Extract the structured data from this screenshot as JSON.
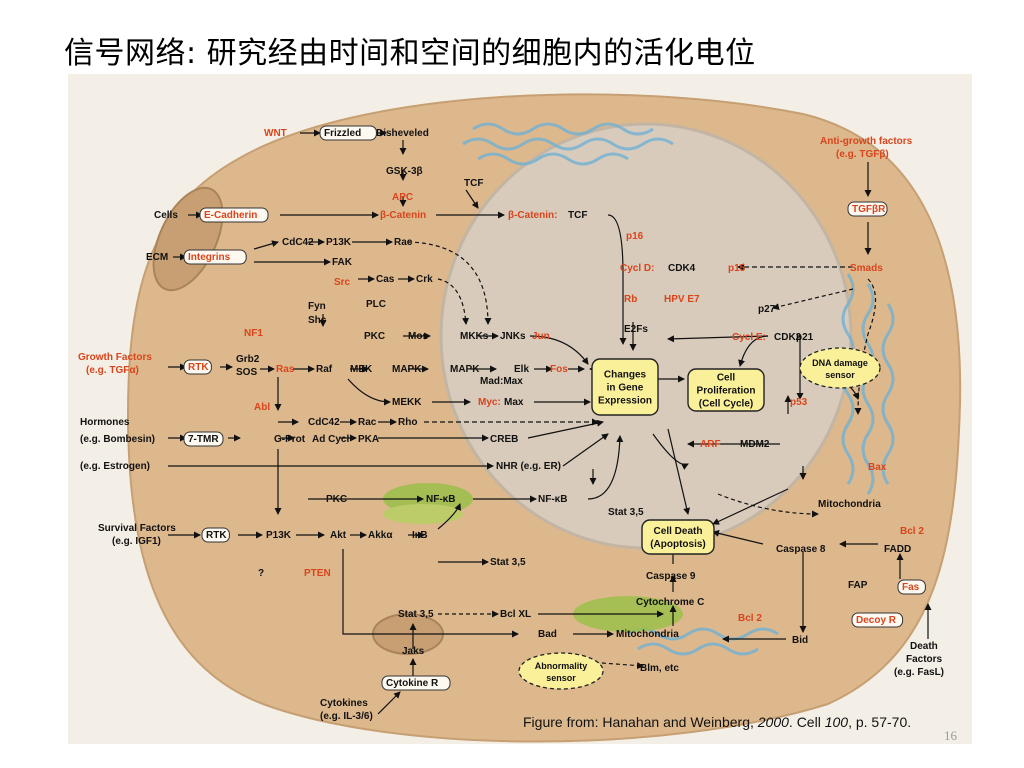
{
  "slide": {
    "title": "信号网络: 研究经由时间和空间的细胞内的活化电位",
    "page_number": "16"
  },
  "credit": {
    "prefix": "Figure from: Hanahan and Weinberg, ",
    "year": "2000",
    "middle": ". Cell ",
    "volume": "100",
    "suffix": ", p. 57-70."
  },
  "colors": {
    "cell_body": "#ddb88d",
    "nucleus": "#d8cbbb",
    "highlight_box": "#fbf09a",
    "red_text": "#d9441c",
    "er_blue": "#6ab0d8",
    "golgi_green": "#9cc04a"
  },
  "diagram": {
    "labels": [
      {
        "id": "wnt",
        "text": "WNT",
        "style": "red"
      },
      {
        "id": "frizzled",
        "text": "Frizzled",
        "style": "plain",
        "box": "pill"
      },
      {
        "id": "disheveled",
        "text": "Disheveled",
        "style": "plain"
      },
      {
        "id": "gsk3b",
        "text": "GSK-3β",
        "style": "plain"
      },
      {
        "id": "apc",
        "text": "APC",
        "style": "red"
      },
      {
        "id": "tcf",
        "text": "TCF",
        "style": "plain"
      },
      {
        "id": "cells",
        "text": "Cells",
        "style": "plain"
      },
      {
        "id": "ecadherin",
        "text": "E-Cadherin",
        "style": "red",
        "box": "pill"
      },
      {
        "id": "bcatenin",
        "text": "β-Catenin",
        "style": "red"
      },
      {
        "id": "bcatenin-tcf",
        "text": "β-Catenin:",
        "style": "red"
      },
      {
        "id": "bcatenin-tcf-b",
        "text": "TCF",
        "style": "plain"
      },
      {
        "id": "ecm",
        "text": "ECM",
        "style": "plain"
      },
      {
        "id": "integrins",
        "text": "Integrins",
        "style": "red",
        "box": "pill"
      },
      {
        "id": "cdc42a",
        "text": "CdC42",
        "style": "plain"
      },
      {
        "id": "p13ka",
        "text": "P13K",
        "style": "plain"
      },
      {
        "id": "rac1",
        "text": "Rac",
        "style": "plain"
      },
      {
        "id": "fak",
        "text": "FAK",
        "style": "plain"
      },
      {
        "id": "src",
        "text": "Src",
        "style": "red"
      },
      {
        "id": "cas",
        "text": "Cas",
        "style": "plain"
      },
      {
        "id": "crk",
        "text": "Crk",
        "style": "plain"
      },
      {
        "id": "fyn",
        "text": "Fyn",
        "style": "plain"
      },
      {
        "id": "shc",
        "text": "Shc",
        "style": "plain"
      },
      {
        "id": "plc",
        "text": "PLC",
        "style": "plain"
      },
      {
        "id": "nf1",
        "text": "NF1",
        "style": "red"
      },
      {
        "id": "pkc1",
        "text": "PKC",
        "style": "plain"
      },
      {
        "id": "mos",
        "text": "Mos",
        "style": "plain"
      },
      {
        "id": "mkks",
        "text": "MKKs",
        "style": "plain"
      },
      {
        "id": "jnks",
        "text": "JNKs",
        "style": "plain"
      },
      {
        "id": "jun",
        "text": "Jun",
        "style": "red"
      },
      {
        "id": "gf1",
        "text": "Growth Factors",
        "style": "red"
      },
      {
        "id": "gf2",
        "text": "(e.g. TGFα)",
        "style": "red"
      },
      {
        "id": "rtk1",
        "text": "RTK",
        "style": "red",
        "box": "pill"
      },
      {
        "id": "grb2",
        "text": "Grb2",
        "style": "plain"
      },
      {
        "id": "sos",
        "text": "SOS",
        "style": "plain"
      },
      {
        "id": "ras",
        "text": "Ras",
        "style": "red"
      },
      {
        "id": "raf",
        "text": "Raf",
        "style": "plain"
      },
      {
        "id": "mek",
        "text": "MEK",
        "style": "plain"
      },
      {
        "id": "mapk1",
        "text": "MAPK",
        "style": "plain"
      },
      {
        "id": "mapk2",
        "text": "MAPK",
        "style": "plain"
      },
      {
        "id": "elk",
        "text": "Elk",
        "style": "plain"
      },
      {
        "id": "fos",
        "text": "Fos",
        "style": "red"
      },
      {
        "id": "madmax",
        "text": "Mad:Max",
        "style": "plain"
      },
      {
        "id": "mekk",
        "text": "MEKK",
        "style": "plain"
      },
      {
        "id": "myc",
        "text": "Myc:",
        "style": "red"
      },
      {
        "id": "myc-max",
        "text": "Max",
        "style": "plain"
      },
      {
        "id": "abl",
        "text": "Abl",
        "style": "red"
      },
      {
        "id": "cdc42b",
        "text": "CdC42",
        "style": "plain"
      },
      {
        "id": "rac2",
        "text": "Rac",
        "style": "plain"
      },
      {
        "id": "rho",
        "text": "Rho",
        "style": "plain"
      },
      {
        "id": "hormones",
        "text": "Hormones",
        "style": "plain"
      },
      {
        "id": "bombesin",
        "text": "(e.g. Bombesin)",
        "style": "plain"
      },
      {
        "id": "tmr7",
        "text": "7-TMR",
        "style": "plain",
        "box": "pill"
      },
      {
        "id": "gprot",
        "text": "G-Prot",
        "style": "plain"
      },
      {
        "id": "adcycl",
        "text": "Ad Cycl",
        "style": "plain"
      },
      {
        "id": "pka",
        "text": "PKA",
        "style": "plain"
      },
      {
        "id": "creb",
        "text": "CREB",
        "style": "plain"
      },
      {
        "id": "estrogen",
        "text": "(e.g. Estrogen)",
        "style": "plain"
      },
      {
        "id": "nhr",
        "text": "NHR (e.g. ER)",
        "style": "plain"
      },
      {
        "id": "pkc2",
        "text": "PKC",
        "style": "plain"
      },
      {
        "id": "nfkb1",
        "text": "NF-κB",
        "style": "plain"
      },
      {
        "id": "nfkb2",
        "text": "NF-κB",
        "style": "plain"
      },
      {
        "id": "sf1",
        "text": "Survival Factors",
        "style": "plain"
      },
      {
        "id": "sf2",
        "text": "(e.g. IGF1)",
        "style": "plain"
      },
      {
        "id": "rtk2",
        "text": "RTK",
        "style": "plain",
        "box": "pill"
      },
      {
        "id": "p13kb",
        "text": "P13K",
        "style": "plain"
      },
      {
        "id": "akt",
        "text": "Akt",
        "style": "plain"
      },
      {
        "id": "akka",
        "text": "Akkα",
        "style": "plain"
      },
      {
        "id": "ikb",
        "text": "IκB",
        "style": "plain"
      },
      {
        "id": "qmark",
        "text": "?",
        "style": "plain"
      },
      {
        "id": "pten",
        "text": "PTEN",
        "style": "red"
      },
      {
        "id": "stat35a",
        "text": "Stat 3,5",
        "style": "plain"
      },
      {
        "id": "stat35b",
        "text": "Stat 3,5",
        "style": "plain"
      },
      {
        "id": "stat35c",
        "text": "Stat 3,5",
        "style": "plain"
      },
      {
        "id": "bclxl",
        "text": "Bcl XL",
        "style": "plain"
      },
      {
        "id": "bad",
        "text": "Bad",
        "style": "plain"
      },
      {
        "id": "jaks",
        "text": "Jaks",
        "style": "plain"
      },
      {
        "id": "cytr",
        "text": "Cytokine R",
        "style": "plain",
        "box": "pill"
      },
      {
        "id": "cyt1",
        "text": "Cytokines",
        "style": "plain"
      },
      {
        "id": "cyt2",
        "text": "(e.g. IL-3/6)",
        "style": "plain"
      },
      {
        "id": "mito1",
        "text": "Mitochondria",
        "style": "plain"
      },
      {
        "id": "blm",
        "text": "Blm, etc",
        "style": "plain"
      },
      {
        "id": "cytc",
        "text": "Cytochrome C",
        "style": "plain"
      },
      {
        "id": "casp9",
        "text": "Caspase 9",
        "style": "plain"
      },
      {
        "id": "bcl2a",
        "text": "Bcl 2",
        "style": "red"
      },
      {
        "id": "bid",
        "text": "Bid",
        "style": "plain"
      },
      {
        "id": "casp8",
        "text": "Caspase 8",
        "style": "plain"
      },
      {
        "id": "fadd",
        "text": "FADD",
        "style": "plain"
      },
      {
        "id": "bcl2b",
        "text": "Bcl 2",
        "style": "red"
      },
      {
        "id": "mito2",
        "text": "Mitochondria",
        "style": "plain"
      },
      {
        "id": "bax",
        "text": "Bax",
        "style": "red"
      },
      {
        "id": "fap",
        "text": "FAP",
        "style": "plain"
      },
      {
        "id": "fas",
        "text": "Fas",
        "style": "red",
        "box": "pill"
      },
      {
        "id": "decoy",
        "text": "Decoy R",
        "style": "red",
        "box": "pill"
      },
      {
        "id": "df1",
        "text": "Death",
        "style": "plain"
      },
      {
        "id": "df2",
        "text": "Factors",
        "style": "plain"
      },
      {
        "id": "df3",
        "text": "(e.g. FasL)",
        "style": "plain"
      },
      {
        "id": "agf1",
        "text": "Anti-growth factors",
        "style": "red"
      },
      {
        "id": "agf2",
        "text": "(e.g. TGFβ)",
        "style": "red"
      },
      {
        "id": "tgfbr",
        "text": "TGFβR",
        "style": "red",
        "box": "pill"
      },
      {
        "id": "smads",
        "text": "Smads",
        "style": "red"
      },
      {
        "id": "p16",
        "text": "p16",
        "style": "red"
      },
      {
        "id": "cycld",
        "text": "Cycl D:",
        "style": "red"
      },
      {
        "id": "cdk4",
        "text": "CDK4",
        "style": "plain"
      },
      {
        "id": "p15",
        "text": "p15",
        "style": "red"
      },
      {
        "id": "rb",
        "text": "Rb",
        "style": "red"
      },
      {
        "id": "hpve7",
        "text": "HPV E7",
        "style": "red"
      },
      {
        "id": "e2fs",
        "text": "E2Fs",
        "style": "plain"
      },
      {
        "id": "p27",
        "text": "p27",
        "style": "plain"
      },
      {
        "id": "cycle",
        "text": "Cycl E:",
        "style": "red"
      },
      {
        "id": "cdk2",
        "text": "CDK2",
        "style": "plain"
      },
      {
        "id": "p21",
        "text": "p21",
        "style": "plain"
      },
      {
        "id": "p53",
        "text": "p53",
        "style": "red"
      },
      {
        "id": "arf",
        "text": "ARF",
        "style": "red"
      },
      {
        "id": "mdm2",
        "text": "MDM2",
        "style": "plain"
      },
      {
        "id": "stat35d",
        "text": "Stat 3,5",
        "style": "plain"
      }
    ],
    "boxes": [
      {
        "id": "changes",
        "lines": [
          "Changes",
          "in Gene",
          "Expression"
        ]
      },
      {
        "id": "prolif",
        "lines": [
          "Cell",
          "Proliferation",
          "(Cell Cycle)"
        ]
      },
      {
        "id": "death",
        "lines": [
          "Cell Death",
          "(Apoptosis)"
        ]
      }
    ],
    "sensors": [
      {
        "id": "dna",
        "lines": [
          "DNA damage",
          "sensor"
        ]
      },
      {
        "id": "abn",
        "lines": [
          "Abnormality",
          "sensor"
        ]
      }
    ]
  }
}
